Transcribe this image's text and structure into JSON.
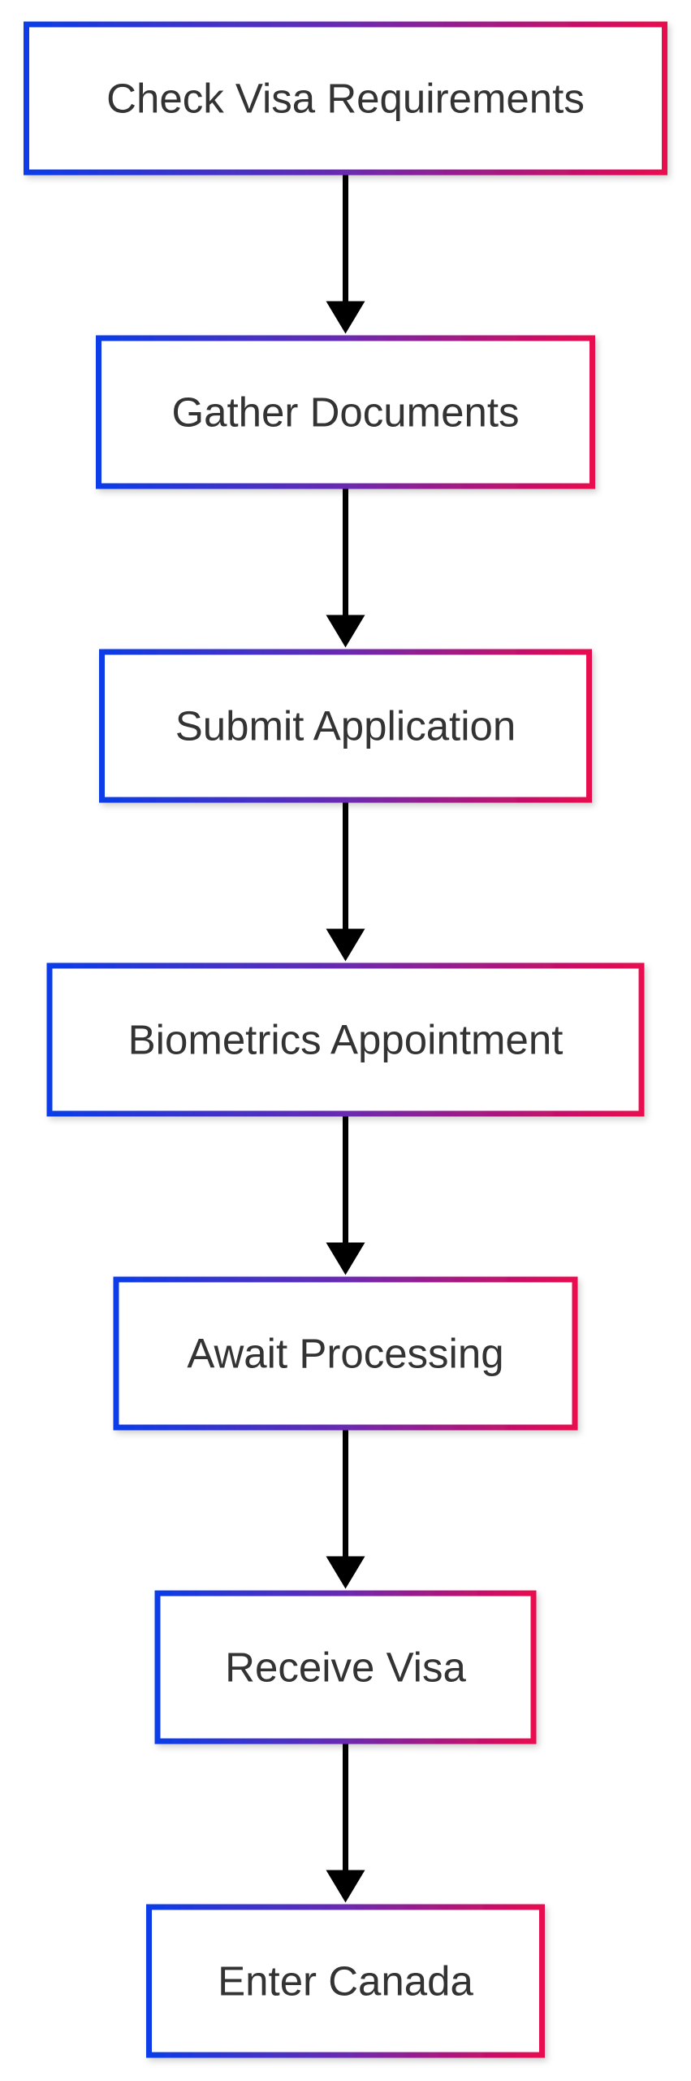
{
  "diagram": {
    "type": "flowchart",
    "direction": "top-to-bottom",
    "colors": {
      "border_start": "#0A3CE8",
      "border_mid": "#6A2AB0",
      "border_end": "#E8074F",
      "text": "#333333",
      "arrow": "#000000",
      "background": "#FFFFFF"
    },
    "nodes": [
      {
        "id": "n1",
        "label": "Check Visa Requirements"
      },
      {
        "id": "n2",
        "label": "Gather Documents"
      },
      {
        "id": "n3",
        "label": "Submit Application"
      },
      {
        "id": "n4",
        "label": "Biometrics Appointment"
      },
      {
        "id": "n5",
        "label": "Await Processing"
      },
      {
        "id": "n6",
        "label": "Receive Visa"
      },
      {
        "id": "n7",
        "label": "Enter Canada"
      }
    ],
    "edges": [
      {
        "from": "n1",
        "to": "n2"
      },
      {
        "from": "n2",
        "to": "n3"
      },
      {
        "from": "n3",
        "to": "n4"
      },
      {
        "from": "n4",
        "to": "n5"
      },
      {
        "from": "n5",
        "to": "n6"
      },
      {
        "from": "n6",
        "to": "n7"
      }
    ]
  }
}
